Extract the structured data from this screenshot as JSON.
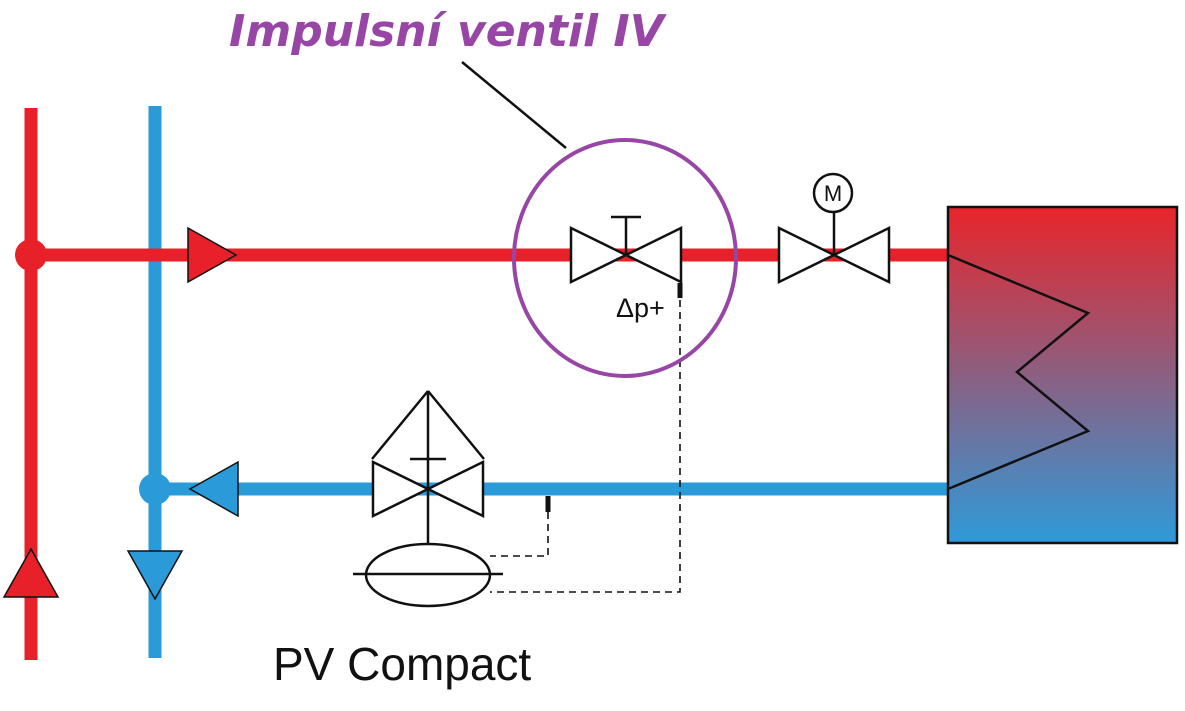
{
  "callout": {
    "title": "Impulsní ventil IV"
  },
  "valve_iv": {
    "label": "Δp+"
  },
  "motor_valve": {
    "label": "M"
  },
  "pv_compact": {
    "label": "PV Compact"
  },
  "colors": {
    "supply": "#e8202a",
    "return": "#2a9bd8",
    "accent": "#9846a6",
    "line": "#111111",
    "tank_top": "#e8252a",
    "tank_bottom": "#2f9ad9"
  },
  "icons": {
    "supply_arrow": "triangle-right-icon",
    "return_arrow": "triangle-left-icon",
    "riser_up": "triangle-up-icon",
    "riser_down": "triangle-down-icon"
  }
}
